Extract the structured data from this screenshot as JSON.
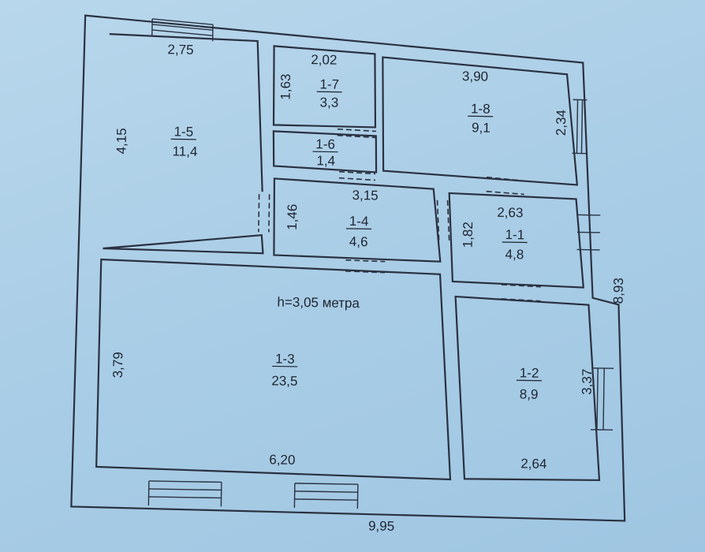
{
  "plan": {
    "note": "h=3,05 метра",
    "overall": {
      "width": "9,95",
      "height": "8,93"
    },
    "rooms": [
      {
        "id": "1-5",
        "area": "11,4",
        "w": "2,75",
        "h": "4,15"
      },
      {
        "id": "1-7",
        "area": "3,3",
        "w": "2,02",
        "h": "1,63"
      },
      {
        "id": "1-6",
        "area": "1,4"
      },
      {
        "id": "1-8",
        "area": "9,1",
        "w": "3,90",
        "h": "2,34"
      },
      {
        "id": "1-4",
        "area": "4,6",
        "w": "3,15",
        "h": "1,46"
      },
      {
        "id": "1-1",
        "area": "4,8",
        "w": "2,63",
        "h": "1,82"
      },
      {
        "id": "1-3",
        "area": "23,5",
        "w": "6,20",
        "h": "3,79"
      },
      {
        "id": "1-2",
        "area": "8,9",
        "w": "2,64",
        "h": "3,37"
      }
    ]
  }
}
